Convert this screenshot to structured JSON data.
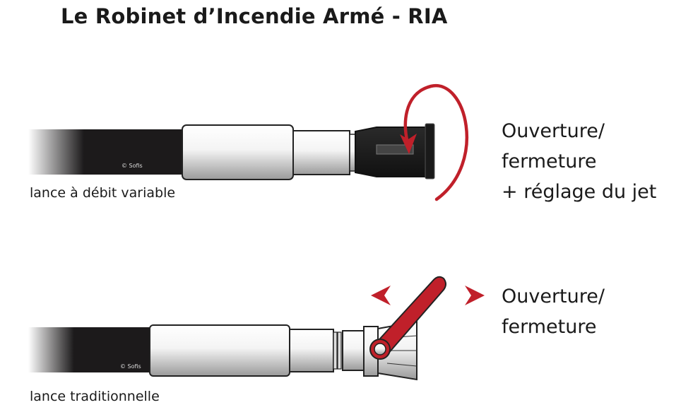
{
  "title": "Le Robinet d’Incendie Armé - RIA",
  "copyright": "© Sofis",
  "nozzles": [
    {
      "label": "lance à débit variable",
      "description": [
        "Ouverture/",
        "fermeture",
        "+ réglage du jet"
      ]
    },
    {
      "label": "lance traditionnelle",
      "description": [
        "Ouverture/",
        "fermeture"
      ]
    }
  ],
  "colors": {
    "accent": "#c0202a",
    "hose": "#1c1a1b"
  }
}
